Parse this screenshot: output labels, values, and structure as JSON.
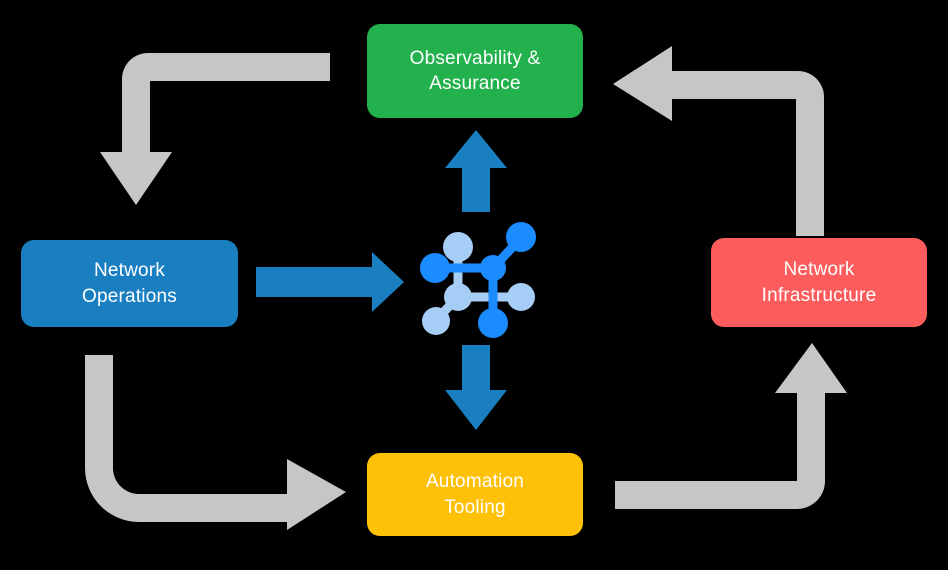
{
  "diagram": {
    "title": "Network operations lifecycle cycle diagram",
    "background_color": "#000000",
    "nodes": [
      {
        "id": "observability",
        "label_line1": "Observability &",
        "label_line2": "Assurance",
        "color": "#22b14c",
        "text_color": "#ffffff",
        "position": "top"
      },
      {
        "id": "network-operations",
        "label_line1": "Network",
        "label_line2": "Operations",
        "color": "#1a7fc1",
        "text_color": "#ffffff",
        "position": "left"
      },
      {
        "id": "network-infrastructure",
        "label_line1": "Network",
        "label_line2": "Infrastructure",
        "color": "#fc5c5c",
        "text_color": "#ffffff",
        "position": "right"
      },
      {
        "id": "automation-tooling",
        "label_line1": "Automation",
        "label_line2": "Tooling",
        "color": "#ffc107",
        "text_color": "#ffffff",
        "position": "bottom"
      }
    ],
    "center_icon": {
      "name": "network-topology-icon",
      "primary_color": "#1a8cff",
      "secondary_color": "#a6cdf5"
    },
    "connectors": [
      {
        "id": "arrow-operations-to-center",
        "style": "straight",
        "direction": "right",
        "color": "#1a7fc1",
        "from": "network-operations",
        "to": "center-icon"
      },
      {
        "id": "arrow-center-to-observability",
        "style": "straight",
        "direction": "up",
        "color": "#1a7fc1",
        "from": "center-icon",
        "to": "observability"
      },
      {
        "id": "arrow-center-to-automation",
        "style": "straight",
        "direction": "down",
        "color": "#1a7fc1",
        "from": "center-icon",
        "to": "automation-tooling"
      },
      {
        "id": "arrow-observability-to-operations",
        "style": "elbow",
        "direction": "down",
        "color": "#c6c6c6",
        "from": "observability",
        "to": "network-operations"
      },
      {
        "id": "arrow-infrastructure-to-observability",
        "style": "elbow",
        "direction": "left",
        "color": "#c6c6c6",
        "from": "network-infrastructure",
        "to": "observability"
      },
      {
        "id": "arrow-operations-to-automation",
        "style": "elbow",
        "direction": "right",
        "color": "#c6c6c6",
        "from": "network-operations",
        "to": "automation-tooling"
      },
      {
        "id": "arrow-automation-to-infrastructure",
        "style": "elbow",
        "direction": "up",
        "color": "#c6c6c6",
        "from": "automation-tooling",
        "to": "network-infrastructure"
      }
    ]
  }
}
